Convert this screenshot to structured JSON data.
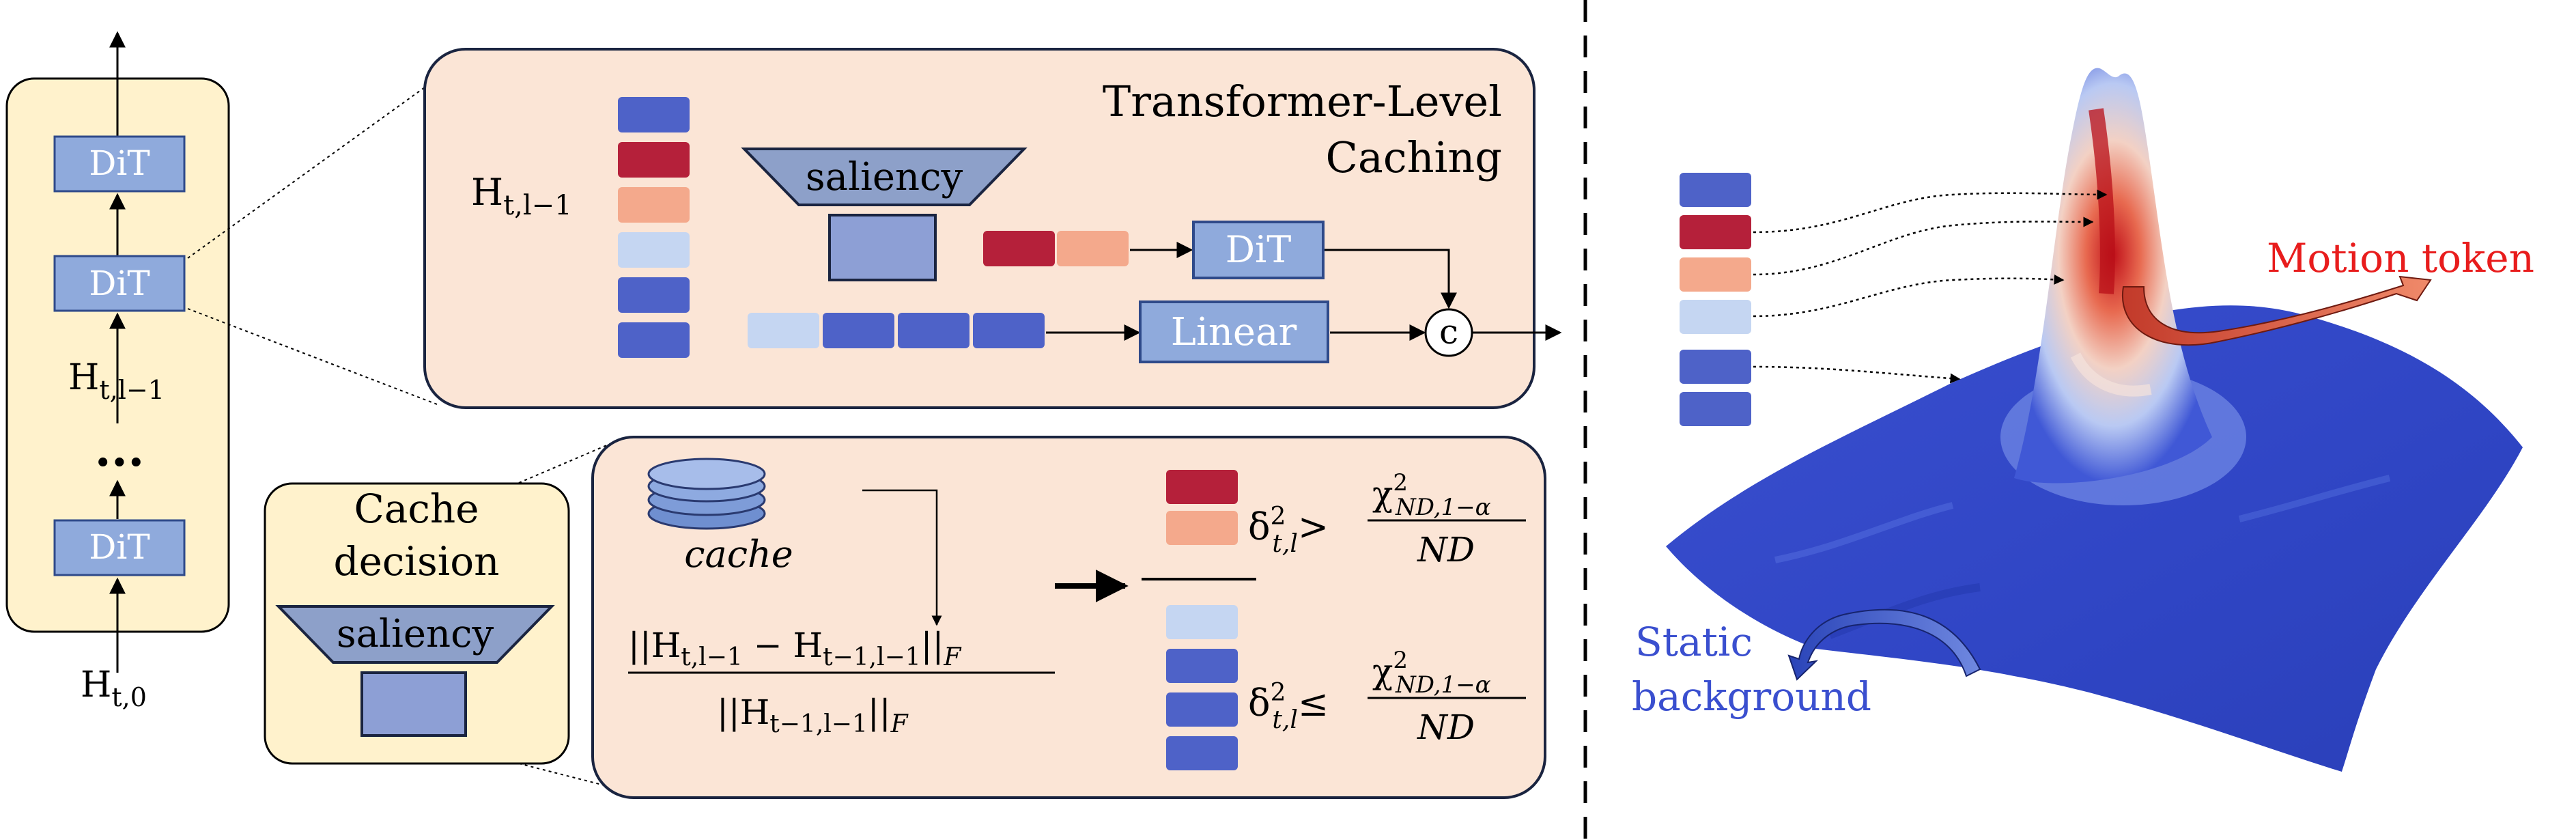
{
  "stack": {
    "block_top": "DiT",
    "block_mid": "DiT",
    "block_bottom": "DiT",
    "hidden_label": "H",
    "hidden_sub": "t,l−1",
    "ellipsis": "...",
    "input_label": "H",
    "input_sub": "t,0"
  },
  "transformer_panel": {
    "title_line1": "Transformer-Level",
    "title_line2": "Caching",
    "input_label": "H",
    "input_sub": "t,l−1",
    "saliency_label": "saliency",
    "dit_label": "DiT",
    "linear_label": "Linear",
    "concat_label": "c"
  },
  "cache_decision": {
    "title_line1": "Cache",
    "title_line2": "decision",
    "saliency_label": "saliency"
  },
  "decision_panel": {
    "cache_label": "cache",
    "numerator": "||H",
    "num_sub1": "t,l−1",
    "num_minus": " − H",
    "num_sub2": "t−1,l−1",
    "num_close": "||",
    "num_F": "F",
    "denominator": "||H",
    "den_sub": "t−1,l−1",
    "den_close": "||",
    "den_F": "F",
    "delta": "δ",
    "delta_sup": "2",
    "delta_sub": "t,l",
    "gt": ">",
    "le": "≤",
    "chi": "χ",
    "chi_sup": "2",
    "chi_sub": "ND,1−α",
    "chi_den": "ND"
  },
  "surface": {
    "motion_label": "Motion token",
    "static_line1": "Static",
    "static_line2": "background"
  },
  "colors": {
    "panel_fill": "#fbe5d6",
    "yellow_fill": "#fff2cc",
    "block_fill": "#8faadc",
    "token_blue": "#4e62c8",
    "token_red": "#b5203a",
    "token_salmon": "#f4a98c",
    "token_light": "#c5d6f2",
    "motion_red": "#e81c1c",
    "static_blue": "#3a4fcf"
  }
}
